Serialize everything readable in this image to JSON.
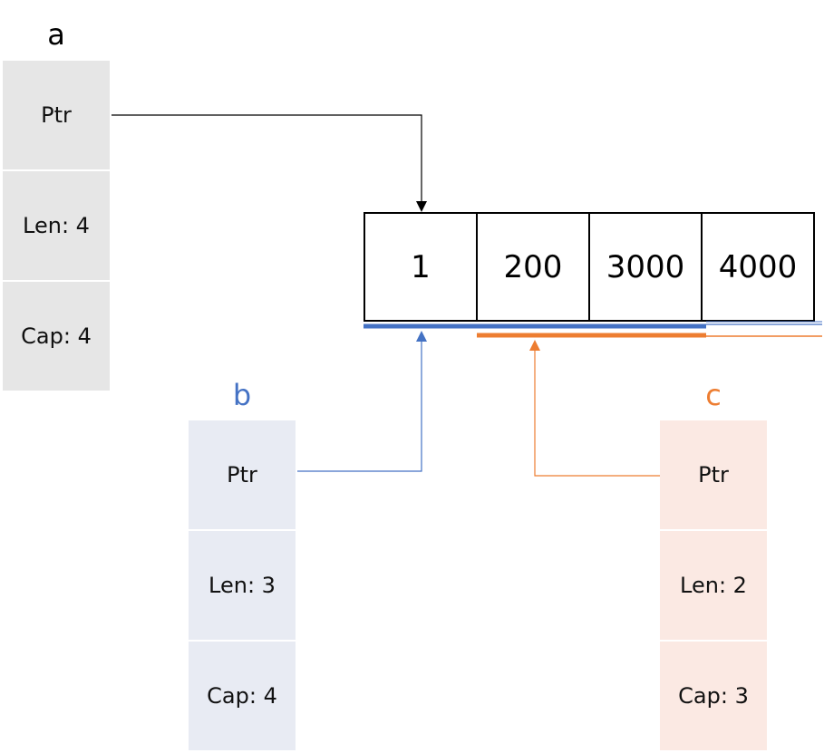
{
  "colors": {
    "a": "#000000",
    "b": "#4472c4",
    "c": "#ed7d31"
  },
  "variables": [
    {
      "id": "a",
      "name": "a",
      "fields": [
        "Ptr",
        "Len: 4",
        "Cap: 4"
      ]
    },
    {
      "id": "b",
      "name": "b",
      "fields": [
        "Ptr",
        "Len: 3",
        "Cap: 4"
      ]
    },
    {
      "id": "c",
      "name": "c",
      "fields": [
        "Ptr",
        "Len: 2",
        "Cap: 3"
      ]
    }
  ],
  "array": [
    "1",
    "200",
    "3000",
    "4000"
  ]
}
